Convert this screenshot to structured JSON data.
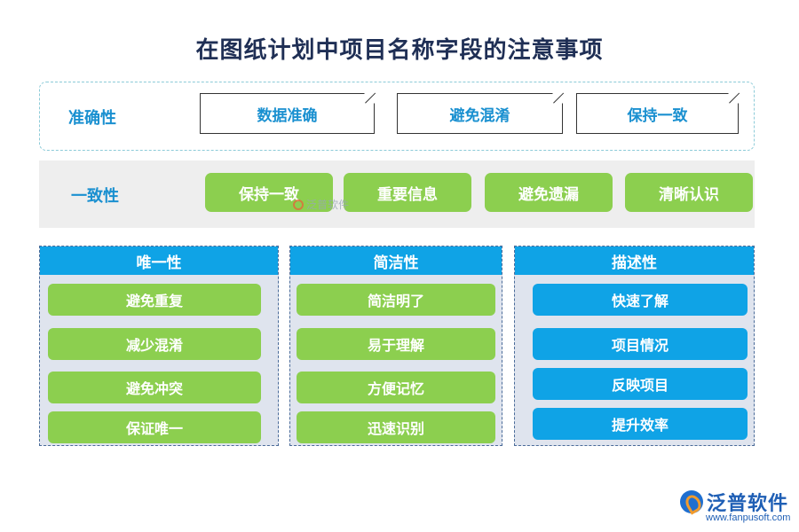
{
  "title": "在图纸计划中项目名称字段的注意事项",
  "accuracy": {
    "label": "准确性",
    "items": [
      "数据准确",
      "避免混淆",
      "保持一致"
    ]
  },
  "consistency": {
    "label": "一致性",
    "items": [
      "保持一致",
      "重要信息",
      "避免遗漏",
      "清晰认识"
    ]
  },
  "columns": [
    {
      "header": "唯一性",
      "items": [
        "避免重复",
        "减少混淆",
        "避免冲突",
        "保证唯一"
      ]
    },
    {
      "header": "简洁性",
      "items": [
        "简洁明了",
        "易于理解",
        "方便记忆",
        "迅速识别"
      ]
    },
    {
      "header": "描述性",
      "items": [
        "快速了解",
        "项目情况",
        "反映项目",
        "提升效率"
      ]
    }
  ],
  "watermark": "泛普软件",
  "logo": {
    "name": "泛普软件",
    "url": "www.fanpusoft.com"
  },
  "colors": {
    "green": "#8ccf4f",
    "blue": "#0fa3e6",
    "label_blue": "#1a90d0",
    "title": "#1f2f55"
  }
}
